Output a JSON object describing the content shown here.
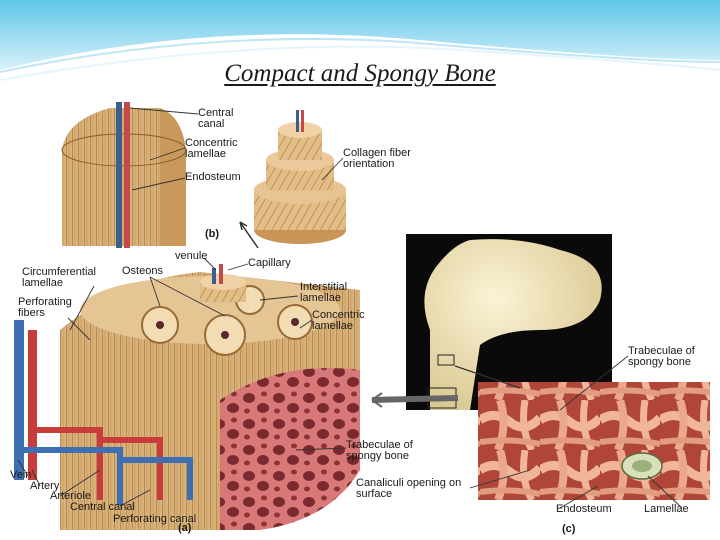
{
  "title": "Compact and Spongy Bone",
  "labels": {
    "central_canal": "Central canal",
    "concentric_lamellae_top": "Concentric lamellae",
    "endosteum_top": "Endosteum",
    "collagen_fiber_orientation": "Collagen fiber orientation",
    "panel_b": "(b)",
    "venule": "venule",
    "capillary": "Capillary",
    "circumferential_lamellae": "Circumferential lamellae",
    "osteons": "Osteons",
    "interstitial_lamellae": "Interstitial lamellae",
    "perforating_fibers": "Perforating fibers",
    "concentric_lamellae_mid": "Concentric lamellae",
    "trabeculae_right": "Trabeculae of spongy bone",
    "trabeculae_left": "Trabeculae of spongy bone",
    "vein": "Vein",
    "artery": "Artery",
    "arteriole": "Arteriole",
    "central_canal_bottom": "Central canal",
    "perforating_canal": "Perforating canal",
    "panel_a": "(a)",
    "canaliculi_opening": "Canaliculi opening on surface",
    "endosteum_bottom": "Endosteum",
    "lamellae": "Lamellae",
    "panel_c": "(c)"
  }
}
